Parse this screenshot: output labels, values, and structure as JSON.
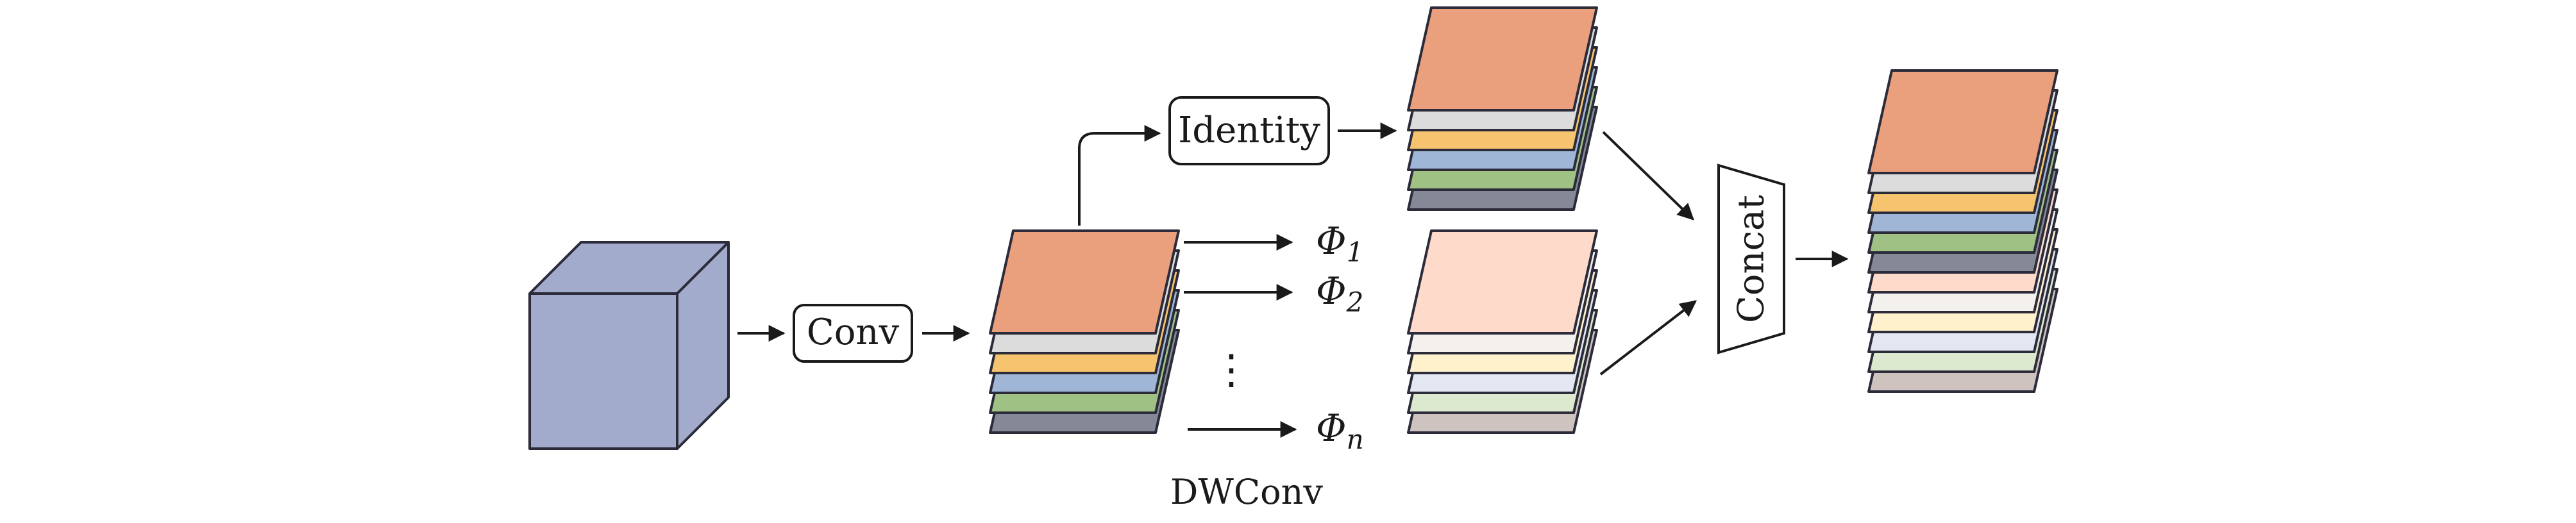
{
  "labels": {
    "conv": "Conv",
    "identity": "Identity",
    "concat": "Concat",
    "dwconv": "DWConv",
    "phi_symbol": "Φ",
    "phi_subscripts": [
      "1",
      "2",
      "n"
    ],
    "ellipsis": "⋮"
  },
  "colors": {
    "stroke": "#2b2b3a",
    "input_cube_front": "#a3abcc",
    "input_cube_top": "#a3abcc",
    "input_cube_side": "#a3abcc",
    "feature_stack": [
      "#eaa07d",
      "#dcdcdc",
      "#f6c46e",
      "#9fb6d6",
      "#9fc184",
      "#858896"
    ],
    "ghost_stack": [
      "#fddac9",
      "#f4f0ee",
      "#fff1cc",
      "#e3e7f1",
      "#dde9cf",
      "#cfc3bf"
    ],
    "concat_stack": [
      "#eaa07d",
      "#dcdcdc",
      "#f6c46e",
      "#9fb6d6",
      "#9fc184",
      "#858896",
      "#fddac9",
      "#f4f0ee",
      "#fff1cc",
      "#e3e7f1",
      "#dde9cf",
      "#cfc3bf"
    ]
  }
}
